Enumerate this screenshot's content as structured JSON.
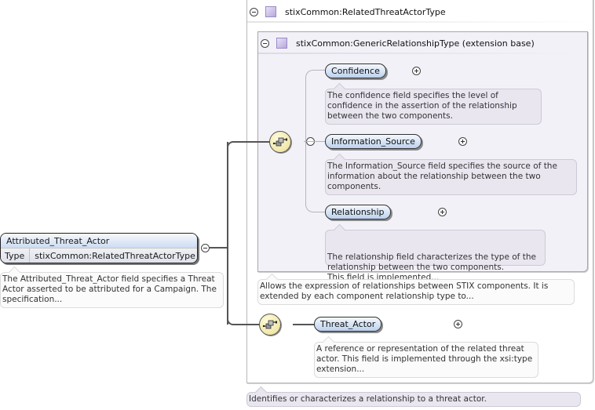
{
  "root_element": {
    "name": "Attributed_Threat_Actor",
    "type_key": "Type",
    "type_value": "stixCommon:RelatedThreatActorType",
    "documentation": "The Attributed_Threat_Actor field specifies a Threat Actor asserted to be attributed for a Campaign. The specification..."
  },
  "complex_type": {
    "name": "stixCommon:RelatedThreatActorType",
    "documentation": "Identifies or characterizes a relationship to a threat actor.",
    "extension_base": {
      "name": "stixCommon:GenericRelationshipType (extension base)",
      "documentation": "Allows the expression of relationships between STIX components. It is extended by each component relationship type to...",
      "elements": [
        {
          "name": "Confidence",
          "documentation": "The confidence field specifies the level of confidence in the assertion of the relationship between the two components."
        },
        {
          "name": "Information_Source",
          "documentation": "The Information_Source field specifies the source of the information about the relationship between the two components."
        },
        {
          "name": "Relationship",
          "documentation": "The relationship field characterizes the type of the relationship between the two components.\nThis field is implemented..."
        }
      ]
    },
    "elements": [
      {
        "name": "Threat_Actor",
        "documentation": "A reference or representation of the related threat actor. This field is implemented through the xsi:type extension..."
      }
    ]
  },
  "icons": {
    "collapse": "minus-circle-icon",
    "expand": "plus-circle-icon",
    "complex_type": "purple-square-icon",
    "sequence": "sequence-compositor-icon"
  }
}
